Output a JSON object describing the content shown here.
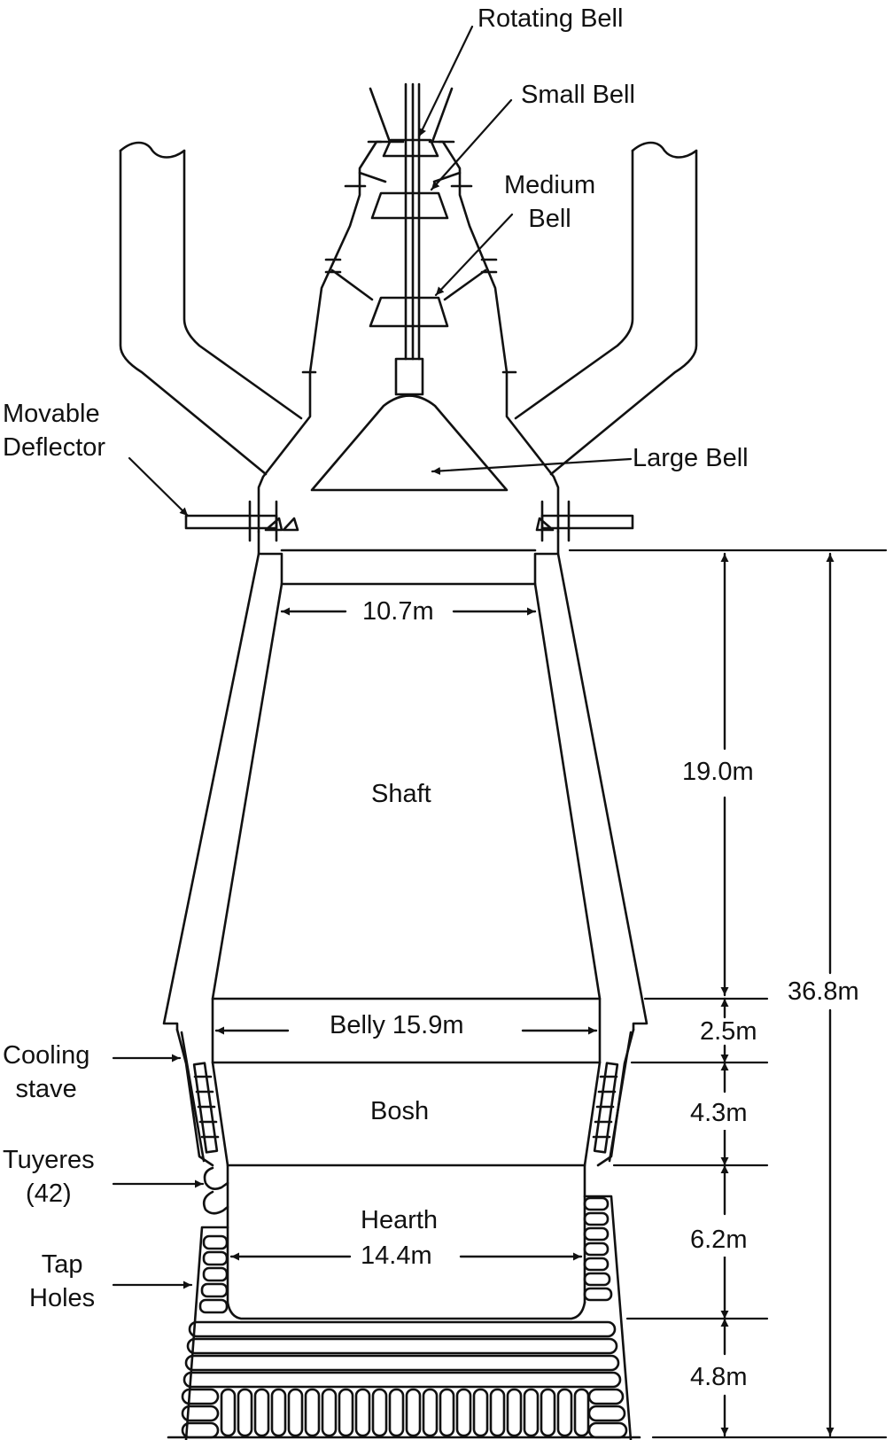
{
  "labels": {
    "rotating_bell": "Rotating Bell",
    "small_bell": "Small Bell",
    "medium_bell_1": "Medium",
    "medium_bell_2": "Bell",
    "movable_deflector_1": "Movable",
    "movable_deflector_2": "Deflector",
    "large_bell": "Large Bell",
    "throat_width": "10.7m",
    "shaft": "Shaft",
    "belly": "Belly 15.9m",
    "bosh": "Bosh",
    "hearth": "Hearth",
    "hearth_width": "14.4m",
    "cooling_stave_1": "Cooling",
    "cooling_stave_2": "stave",
    "tuyeres_1": "Tuyeres",
    "tuyeres_2": "(42)",
    "tap_holes_1": "Tap",
    "tap_holes_2": "Holes"
  },
  "dimensions": {
    "shaft_height": "19.0m",
    "belly_height": "2.5m",
    "bosh_height": "4.3m",
    "hearth_height": "6.2m",
    "bottom_height": "4.8m",
    "total_height": "36.8m"
  },
  "colors": {
    "line": "#111111",
    "background": "#ffffff"
  }
}
